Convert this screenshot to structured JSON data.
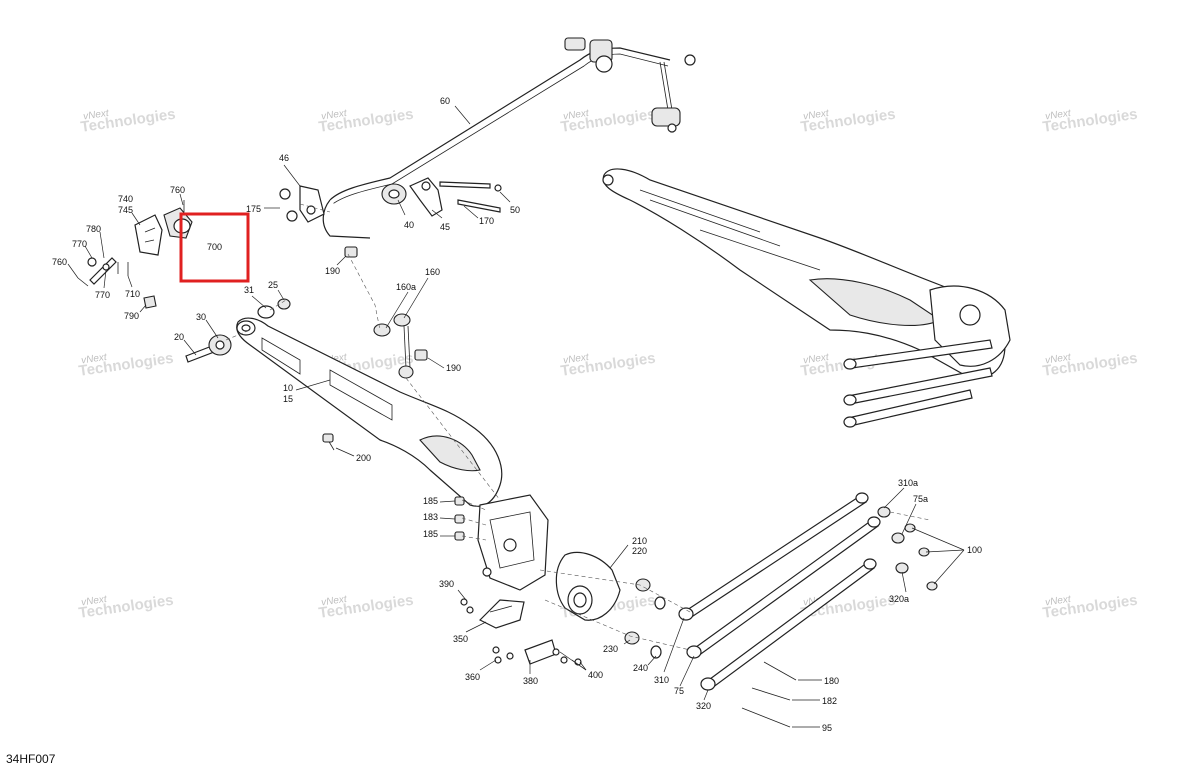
{
  "diagram_code": "34HF007",
  "highlight": {
    "label": "700",
    "color": "#e02020"
  },
  "watermark": {
    "line1": "vNext",
    "line2": "Technologies",
    "color": "#c8c8c8"
  },
  "callouts": [
    {
      "id": "60",
      "label": "60"
    },
    {
      "id": "46",
      "label": "46"
    },
    {
      "id": "175",
      "label": "175"
    },
    {
      "id": "40",
      "label": "40"
    },
    {
      "id": "45",
      "label": "45"
    },
    {
      "id": "170",
      "label": "170"
    },
    {
      "id": "50",
      "label": "50"
    },
    {
      "id": "190a",
      "label": "190"
    },
    {
      "id": "760a",
      "label": "760"
    },
    {
      "id": "740",
      "label": "740"
    },
    {
      "id": "745",
      "label": "745"
    },
    {
      "id": "780",
      "label": "780"
    },
    {
      "id": "770a",
      "label": "770"
    },
    {
      "id": "760b",
      "label": "760"
    },
    {
      "id": "770b",
      "label": "770"
    },
    {
      "id": "710",
      "label": "710"
    },
    {
      "id": "790",
      "label": "790"
    },
    {
      "id": "31",
      "label": "31"
    },
    {
      "id": "25",
      "label": "25"
    },
    {
      "id": "160",
      "label": "160"
    },
    {
      "id": "160a",
      "label": "160a"
    },
    {
      "id": "30",
      "label": "30"
    },
    {
      "id": "20",
      "label": "20"
    },
    {
      "id": "190b",
      "label": "190"
    },
    {
      "id": "10",
      "label": "10"
    },
    {
      "id": "15",
      "label": "15"
    },
    {
      "id": "200",
      "label": "200"
    },
    {
      "id": "185a",
      "label": "185"
    },
    {
      "id": "183",
      "label": "183"
    },
    {
      "id": "185b",
      "label": "185"
    },
    {
      "id": "210",
      "label": "210"
    },
    {
      "id": "220",
      "label": "220"
    },
    {
      "id": "390",
      "label": "390"
    },
    {
      "id": "350",
      "label": "350"
    },
    {
      "id": "230",
      "label": "230"
    },
    {
      "id": "240",
      "label": "240"
    },
    {
      "id": "360",
      "label": "360"
    },
    {
      "id": "380",
      "label": "380"
    },
    {
      "id": "400",
      "label": "400"
    },
    {
      "id": "310a",
      "label": "310a"
    },
    {
      "id": "75a",
      "label": "75a"
    },
    {
      "id": "100",
      "label": "100"
    },
    {
      "id": "320a",
      "label": "320a"
    },
    {
      "id": "310",
      "label": "310"
    },
    {
      "id": "75",
      "label": "75"
    },
    {
      "id": "320",
      "label": "320"
    },
    {
      "id": "180",
      "label": "180"
    },
    {
      "id": "182",
      "label": "182"
    },
    {
      "id": "95",
      "label": "95"
    }
  ]
}
